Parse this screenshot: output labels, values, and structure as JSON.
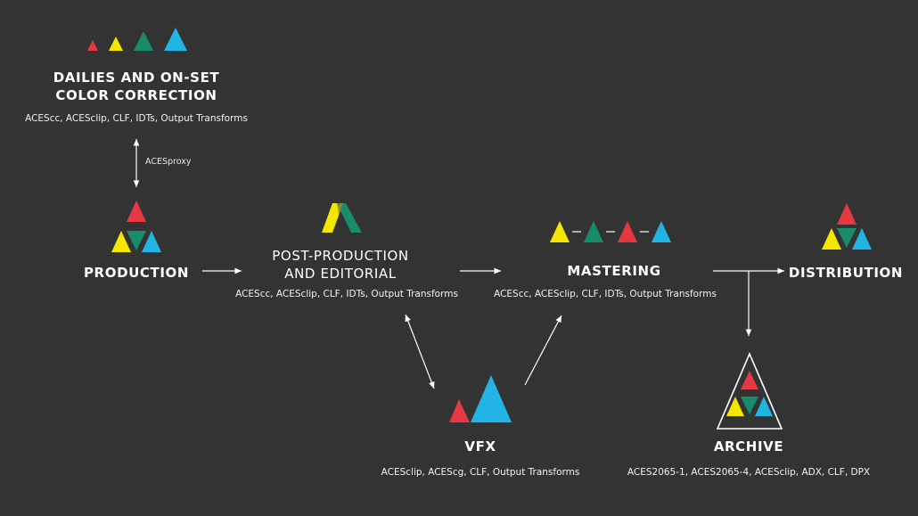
{
  "colors": {
    "background": "#333333",
    "red": "#e53843",
    "yellow": "#f4e600",
    "green": "#1a8a6c",
    "blue": "#23b4e6",
    "line": "#ffffff"
  },
  "dailies": {
    "title_line1": "DAILIES AND ON-SET",
    "title_line2": "COLOR CORRECTION",
    "formats": "ACEScc, ACESclip, CLF, IDTs, Output Transforms",
    "link_label": "ACESproxy"
  },
  "production": {
    "title": "PRODUCTION"
  },
  "post": {
    "title_line1": "POST-PRODUCTION",
    "title_line2": "AND EDITORIAL",
    "formats": "ACEScc, ACESclip, CLF, IDTs, Output Transforms"
  },
  "mastering": {
    "title": "MASTERING",
    "formats": "ACEScc, ACESclip, CLF, IDTs, Output Transforms"
  },
  "distribution": {
    "title": "DISTRIBUTION"
  },
  "vfx": {
    "title": "VFX",
    "formats": "ACESclip, ACEScg, CLF, Output Transforms"
  },
  "archive": {
    "title": "ARCHIVE",
    "formats": "ACES2065-1, ACES2065-4, ACESclip, ADX, CLF, DPX"
  }
}
